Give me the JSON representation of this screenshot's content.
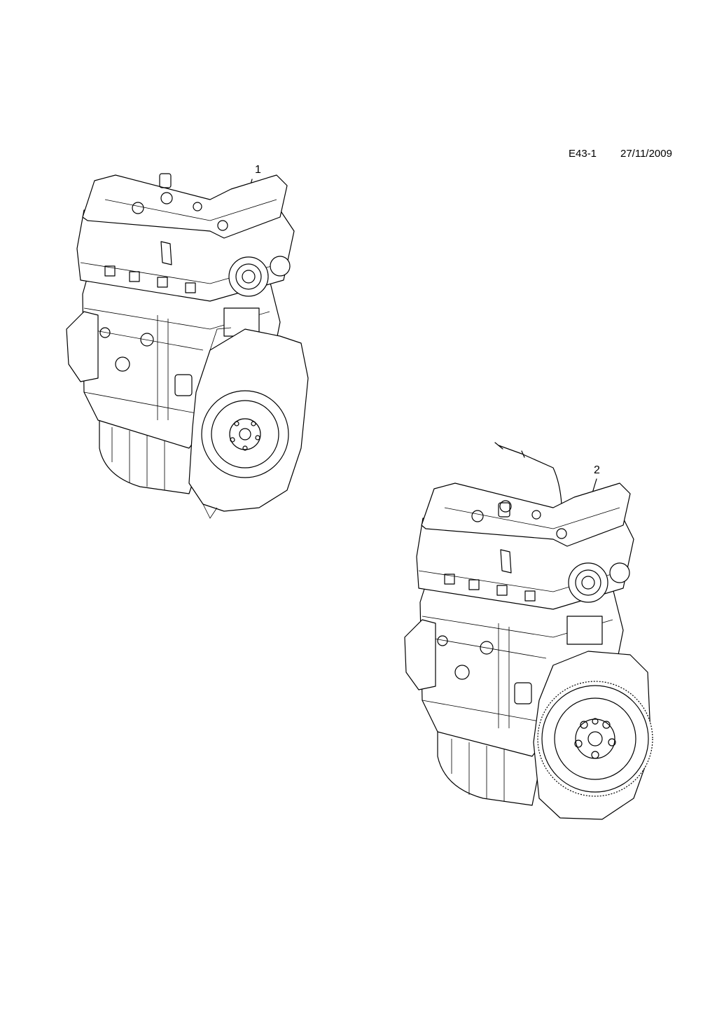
{
  "header": {
    "diagram_code": "E43-1",
    "date": "27/11/2009"
  },
  "parts": [
    {
      "callout": "1",
      "illustration": "engine-assembly-with-transmission-housing"
    },
    {
      "callout": "2",
      "illustration": "engine-assembly-with-flywheel-and-dipstick"
    }
  ]
}
